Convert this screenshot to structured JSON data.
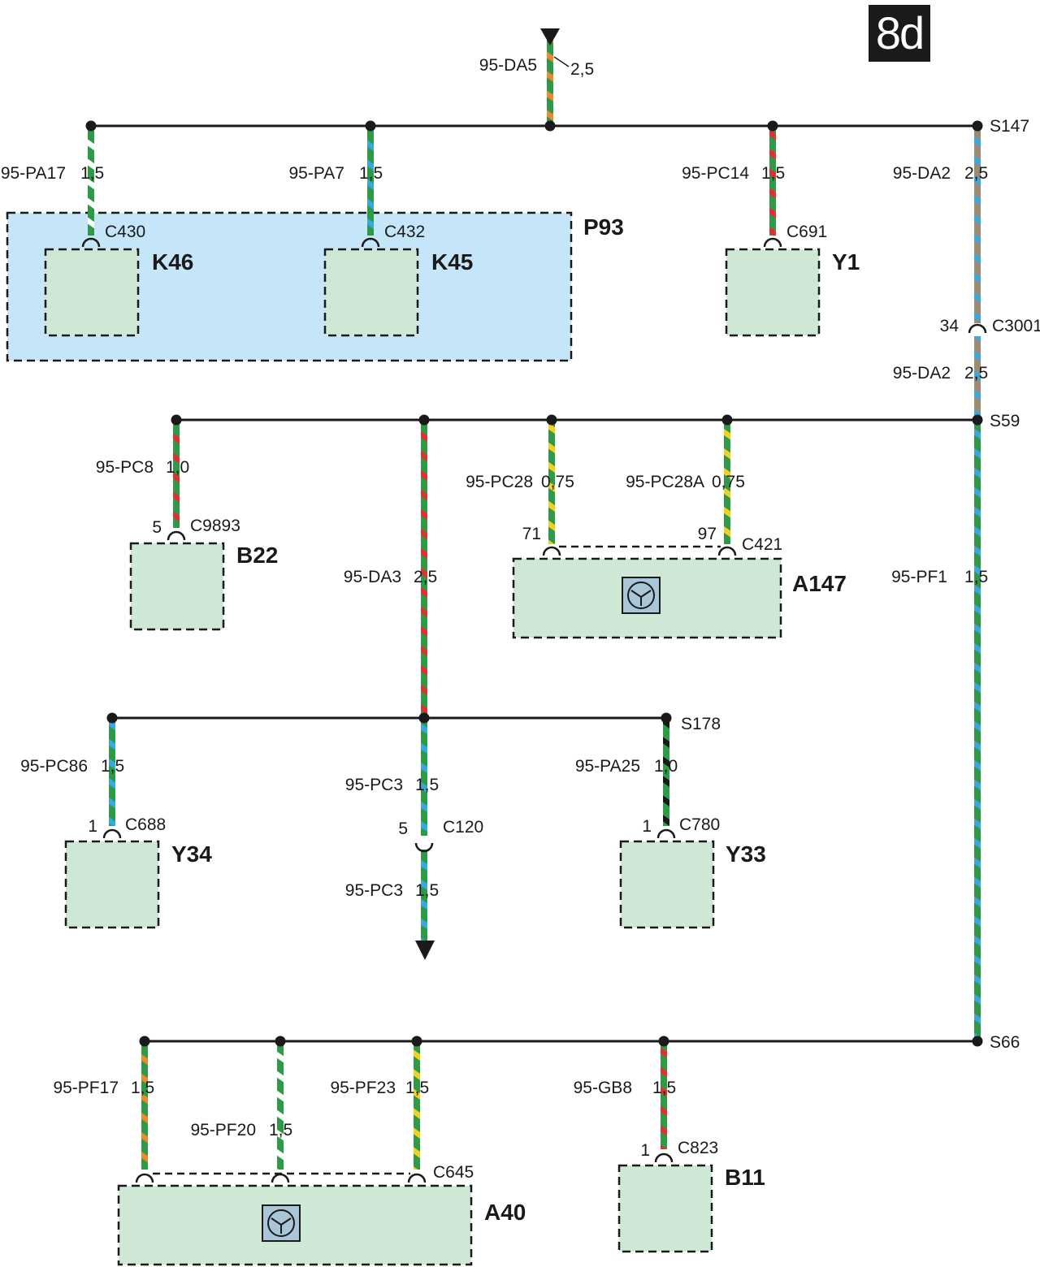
{
  "page_badge": "8d",
  "colors": {
    "green": "#2e9a48",
    "orange": "#ef8a2a",
    "white": "#ffffff",
    "blue": "#3aa8e0",
    "red": "#e03030",
    "brown": "#9c8a72",
    "yellow": "#f2d21c",
    "black": "#1a1a1a",
    "box_fill": "#cfe8d6",
    "panel_fill": "#c4e6f8"
  },
  "components": {
    "P93": "P93",
    "K46": "K46",
    "K45": "K45",
    "Y1": "Y1",
    "B22": "B22",
    "A147": "A147",
    "Y34": "Y34",
    "Y33": "Y33",
    "A40": "A40",
    "B11": "B11"
  },
  "splices": {
    "S147": "S147",
    "S59": "S59",
    "S178": "S178",
    "S66": "S66"
  },
  "connectors": {
    "C430": "C430",
    "C432": "C432",
    "C691": "C691",
    "C3001": "C3001",
    "C3001_pin": "34",
    "C9893": "C9893",
    "C9893_pin": "5",
    "C421": "C421",
    "C421_pin_a": "71",
    "C421_pin_b": "97",
    "C688": "C688",
    "C688_pin": "1",
    "C120": "C120",
    "C120_pin": "5",
    "C780": "C780",
    "C780_pin": "1",
    "C645": "C645",
    "C823": "C823",
    "C823_pin": "1"
  },
  "wires": {
    "DA5": {
      "id": "95-DA5",
      "size": "2,5",
      "colors": [
        "green",
        "orange"
      ]
    },
    "PA17": {
      "id": "95-PA17",
      "size": "1,5",
      "colors": [
        "green",
        "white"
      ]
    },
    "PA7": {
      "id": "95-PA7",
      "size": "1,5",
      "colors": [
        "green",
        "blue"
      ]
    },
    "PC14": {
      "id": "95-PC14",
      "size": "1,5",
      "colors": [
        "green",
        "red"
      ]
    },
    "DA2a": {
      "id": "95-DA2",
      "size": "2,5",
      "colors": [
        "brown",
        "blue"
      ]
    },
    "DA2b": {
      "id": "95-DA2",
      "size": "2,5",
      "colors": [
        "brown",
        "blue"
      ]
    },
    "PC8": {
      "id": "95-PC8",
      "size": "1,0",
      "colors": [
        "green",
        "red"
      ]
    },
    "DA3": {
      "id": "95-DA3",
      "size": "2,5",
      "colors": [
        "green",
        "red"
      ]
    },
    "PC28": {
      "id": "95-PC28",
      "size": "0,75",
      "colors": [
        "green",
        "yellow"
      ]
    },
    "PC28A": {
      "id": "95-PC28A",
      "size": "0,75",
      "colors": [
        "green",
        "yellow"
      ]
    },
    "PF1": {
      "id": "95-PF1",
      "size": "1,5",
      "colors": [
        "green",
        "blue"
      ]
    },
    "PC86": {
      "id": "95-PC86",
      "size": "1,5",
      "colors": [
        "green",
        "blue"
      ]
    },
    "PC3a": {
      "id": "95-PC3",
      "size": "1,5",
      "colors": [
        "green",
        "blue"
      ]
    },
    "PC3b": {
      "id": "95-PC3",
      "size": "1,5",
      "colors": [
        "green",
        "blue"
      ]
    },
    "PA25": {
      "id": "95-PA25",
      "size": "1,0",
      "colors": [
        "green",
        "black"
      ]
    },
    "PF17": {
      "id": "95-PF17",
      "size": "1,5",
      "colors": [
        "green",
        "orange"
      ]
    },
    "PF20": {
      "id": "95-PF20",
      "size": "1,5",
      "colors": [
        "green",
        "white"
      ]
    },
    "PF23": {
      "id": "95-PF23",
      "size": "1,5",
      "colors": [
        "green",
        "yellow"
      ]
    },
    "GB8": {
      "id": "95-GB8",
      "size": "1,5",
      "colors": [
        "green",
        "red"
      ]
    }
  }
}
